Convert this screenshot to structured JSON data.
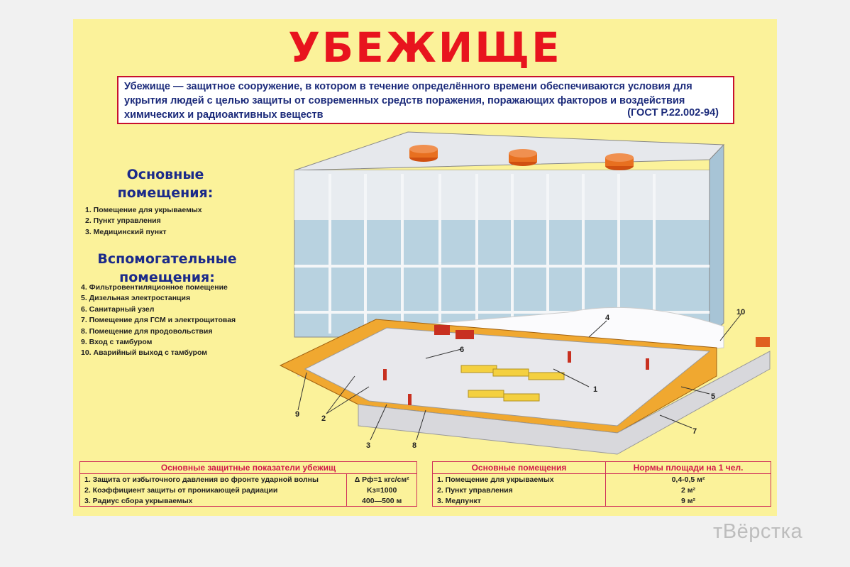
{
  "title": "УБЕЖИЩЕ",
  "definition": {
    "text": "Убежище — защитное сооружение, в котором в течение определённого времени обеспечиваются условия для укрытия людей с целью защиты от современных средств поражения, поражающих факторов и воздействия химических и радиоактивных веществ",
    "source": "(ГОСТ Р.22.002-94)"
  },
  "main_rooms": {
    "heading": "Основные помещения:",
    "items": [
      "1. Помещение для укрываемых",
      "2. Пункт управления",
      "3. Медицинский пункт"
    ]
  },
  "auxiliary_rooms": {
    "heading": "Вспомогательные помещения:",
    "items": [
      "4. Фильтровентиляционное помещение",
      "5. Дизельная электростанция",
      "6. Санитарный узел",
      "7. Помещение для ГСМ и электрощитовая",
      "8. Помещение для продовольствия",
      "9. Вход с тамбуром",
      "10. Аварийный выход с тамбуром"
    ]
  },
  "diagram_labels": [
    "1",
    "2",
    "3",
    "4",
    "5",
    "6",
    "7",
    "8",
    "9",
    "10"
  ],
  "protection_table": {
    "header": "Основные защитные показатели убежищ",
    "rows": [
      {
        "label": "1. Защита от избыточного давления во фронте ударной волны",
        "value": "Δ Pф=1 кгс/см²"
      },
      {
        "label": "2. Коэффициент защиты от проникающей радиации",
        "value": "Kз=1000"
      },
      {
        "label": "3. Радиус сбора укрываемых",
        "value": "400—500 м"
      }
    ]
  },
  "area_table": {
    "headers": [
      "Основные помещения",
      "Нормы площади на 1 чел."
    ],
    "rows": [
      {
        "label": "1. Помещение для укрываемых",
        "value": "0,4-0,5 м²"
      },
      {
        "label": "2. Пункт управления",
        "value": "2 м²"
      },
      {
        "label": "3. Медпункт",
        "value": "9 м²"
      }
    ]
  },
  "watermark": "тВёрстка",
  "colors": {
    "background": "#fbf29a",
    "title": "#e8141e",
    "heading": "#1b2a8a",
    "table_border": "#d0305a"
  }
}
